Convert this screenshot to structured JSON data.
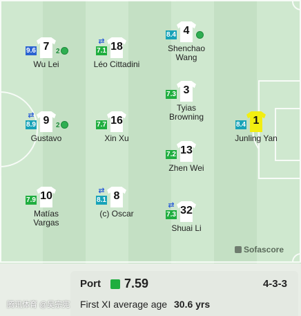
{
  "players": [
    {
      "id": "wu-lei",
      "number": "7",
      "name": "Wu Lei",
      "rating": "9.6",
      "rating_color": "blue",
      "sub": false,
      "goals": "2",
      "gk": false
    },
    {
      "id": "leo-cittadini",
      "number": "18",
      "name": "Léo Cittadini",
      "rating": "7.1",
      "rating_color": "green",
      "sub": true,
      "goals": "",
      "gk": false
    },
    {
      "id": "shenchao-wang",
      "number": "4",
      "name": "Shenchao Wang",
      "rating": "8.4",
      "rating_color": "teal",
      "sub": false,
      "goals": "1",
      "gk": false
    },
    {
      "id": "tyias-browning",
      "number": "3",
      "name": "Tyias Browning",
      "rating": "7.3",
      "rating_color": "green",
      "sub": false,
      "goals": "",
      "gk": false
    },
    {
      "id": "gustavo",
      "number": "9",
      "name": "Gustavo",
      "rating": "8.9",
      "rating_color": "teal",
      "sub": true,
      "goals": "2",
      "gk": false
    },
    {
      "id": "xin-xu",
      "number": "16",
      "name": "Xin Xu",
      "rating": "7.7",
      "rating_color": "green",
      "sub": false,
      "goals": "",
      "gk": false
    },
    {
      "id": "junling-yan",
      "number": "1",
      "name": "Junling Yan",
      "rating": "8.4",
      "rating_color": "teal",
      "sub": false,
      "goals": "",
      "gk": true
    },
    {
      "id": "zhen-wei",
      "number": "13",
      "name": "Zhen Wei",
      "rating": "7.2",
      "rating_color": "green",
      "sub": false,
      "goals": "",
      "gk": false
    },
    {
      "id": "matias-vargas",
      "number": "10",
      "name": "Matías Vargas",
      "rating": "7.9",
      "rating_color": "green",
      "sub": false,
      "goals": "",
      "gk": false
    },
    {
      "id": "oscar",
      "number": "8",
      "name": "(c) Oscar",
      "rating": "8.1",
      "rating_color": "teal",
      "sub": true,
      "goals": "",
      "gk": false
    },
    {
      "id": "shuai-li",
      "number": "32",
      "name": "Shuai Li",
      "rating": "7.3",
      "rating_color": "green",
      "sub": true,
      "goals": "",
      "gk": false
    }
  ],
  "brand": "Sofascore",
  "footer": {
    "team": "Port",
    "team_rating": "7.59",
    "formation": "4-3-3",
    "avg_label": "First XI average age",
    "avg_value": "30.6 yrs"
  },
  "watermark": "腾讯体育 @吴宗宪",
  "colors": {
    "blue": "#2b63d1",
    "teal": "#17a3b8",
    "green": "#1fae3f",
    "gk_shirt": "#f2ee10"
  }
}
